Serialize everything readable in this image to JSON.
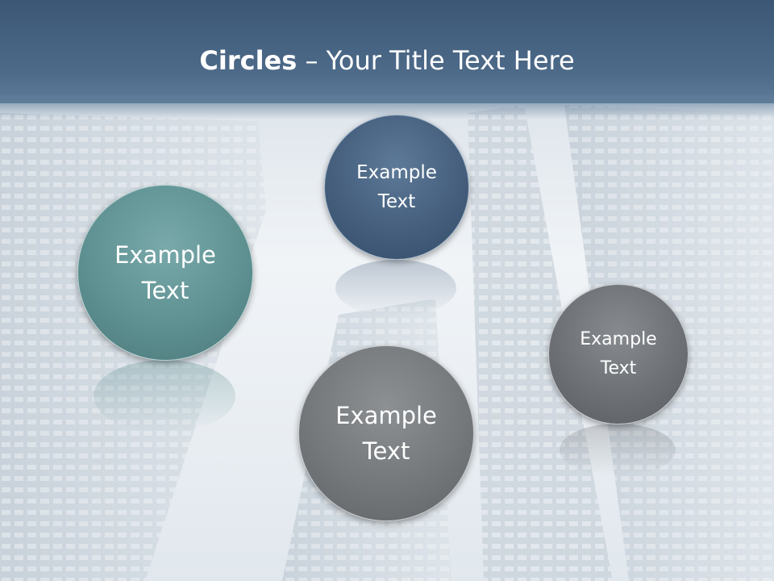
{
  "slide": {
    "title_bold": "Circles",
    "title_rest": " – Your Title Text Here"
  },
  "circles": [
    {
      "line1": "Example",
      "line2": "Text",
      "color": "#5f9192"
    },
    {
      "line1": "Example",
      "line2": "Text",
      "color": "#455f7d"
    },
    {
      "line1": "Example",
      "line2": "Text",
      "color": "#6d7175"
    },
    {
      "line1": "Example",
      "line2": "Text",
      "color": "#74787b"
    }
  ],
  "colors": {
    "header": "#4d6a89",
    "background": "#dfe6ec",
    "text": "#ffffff"
  }
}
